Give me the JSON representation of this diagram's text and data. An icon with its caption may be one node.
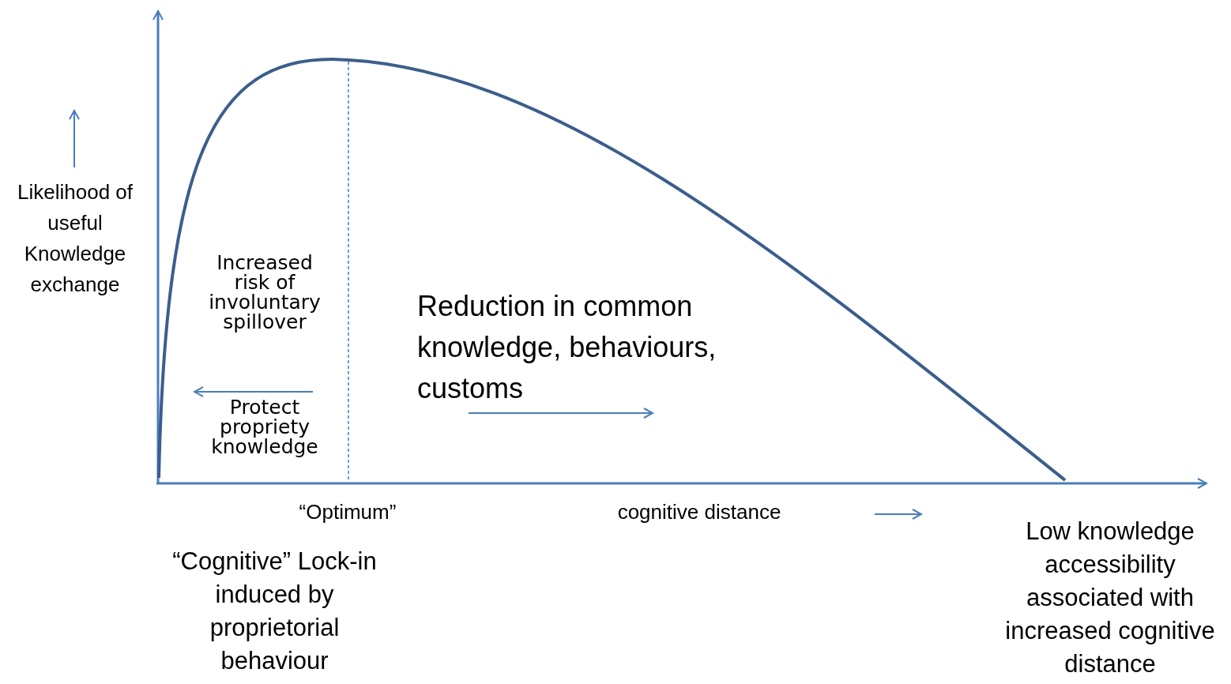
{
  "diagram": {
    "labels": [
      "Likelihood of useful Knowledge exchange",
      "Increased risk of involuntary spillover",
      "Reduction in common knowledge, behaviours, customs",
      "Protect propriety knowledge",
      "“Optimum”",
      "cognitive distance",
      "Low knowledge accessibility associated with increased cognitive distance",
      "“Cognitive” Lock-in induced by proprietorial behaviour"
    ]
  }
}
